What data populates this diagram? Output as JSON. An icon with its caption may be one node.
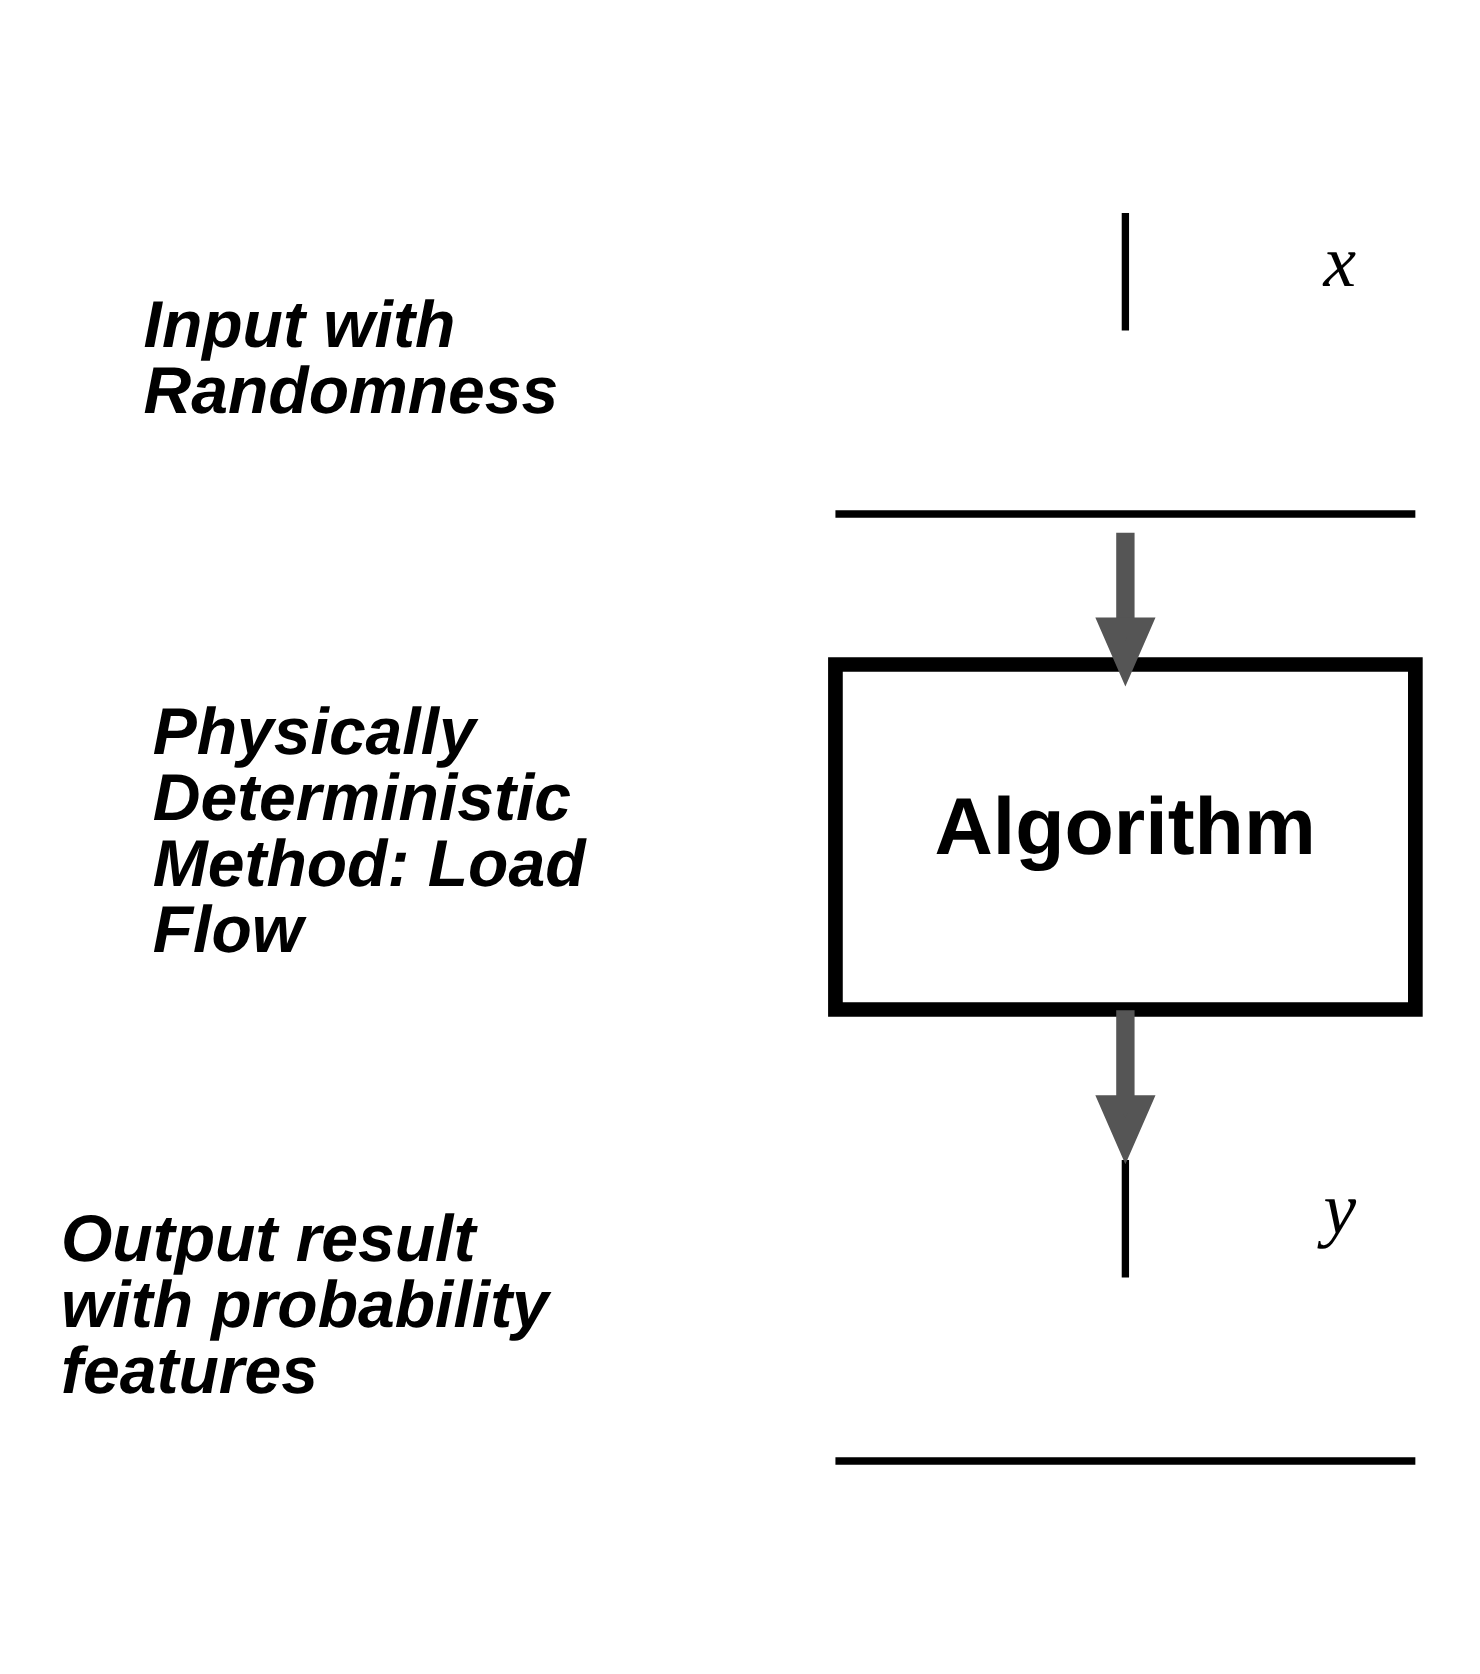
{
  "diagram": {
    "nodes": [
      {
        "text": [
          "x"
        ]
      },
      {
        "text": [
          "Algorithm"
        ]
      },
      {
        "text": [
          "y"
        ]
      }
    ],
    "edges": [
      {
        "from": 0,
        "to": 1,
        "arrow": "to"
      },
      {
        "from": 1,
        "to": 2,
        "arrow": "to"
      }
    ],
    "labels": [
      "Input with Randomness",
      "Physically Deterministic Method: Load Flow",
      "Output result with probability features"
    ]
  }
}
